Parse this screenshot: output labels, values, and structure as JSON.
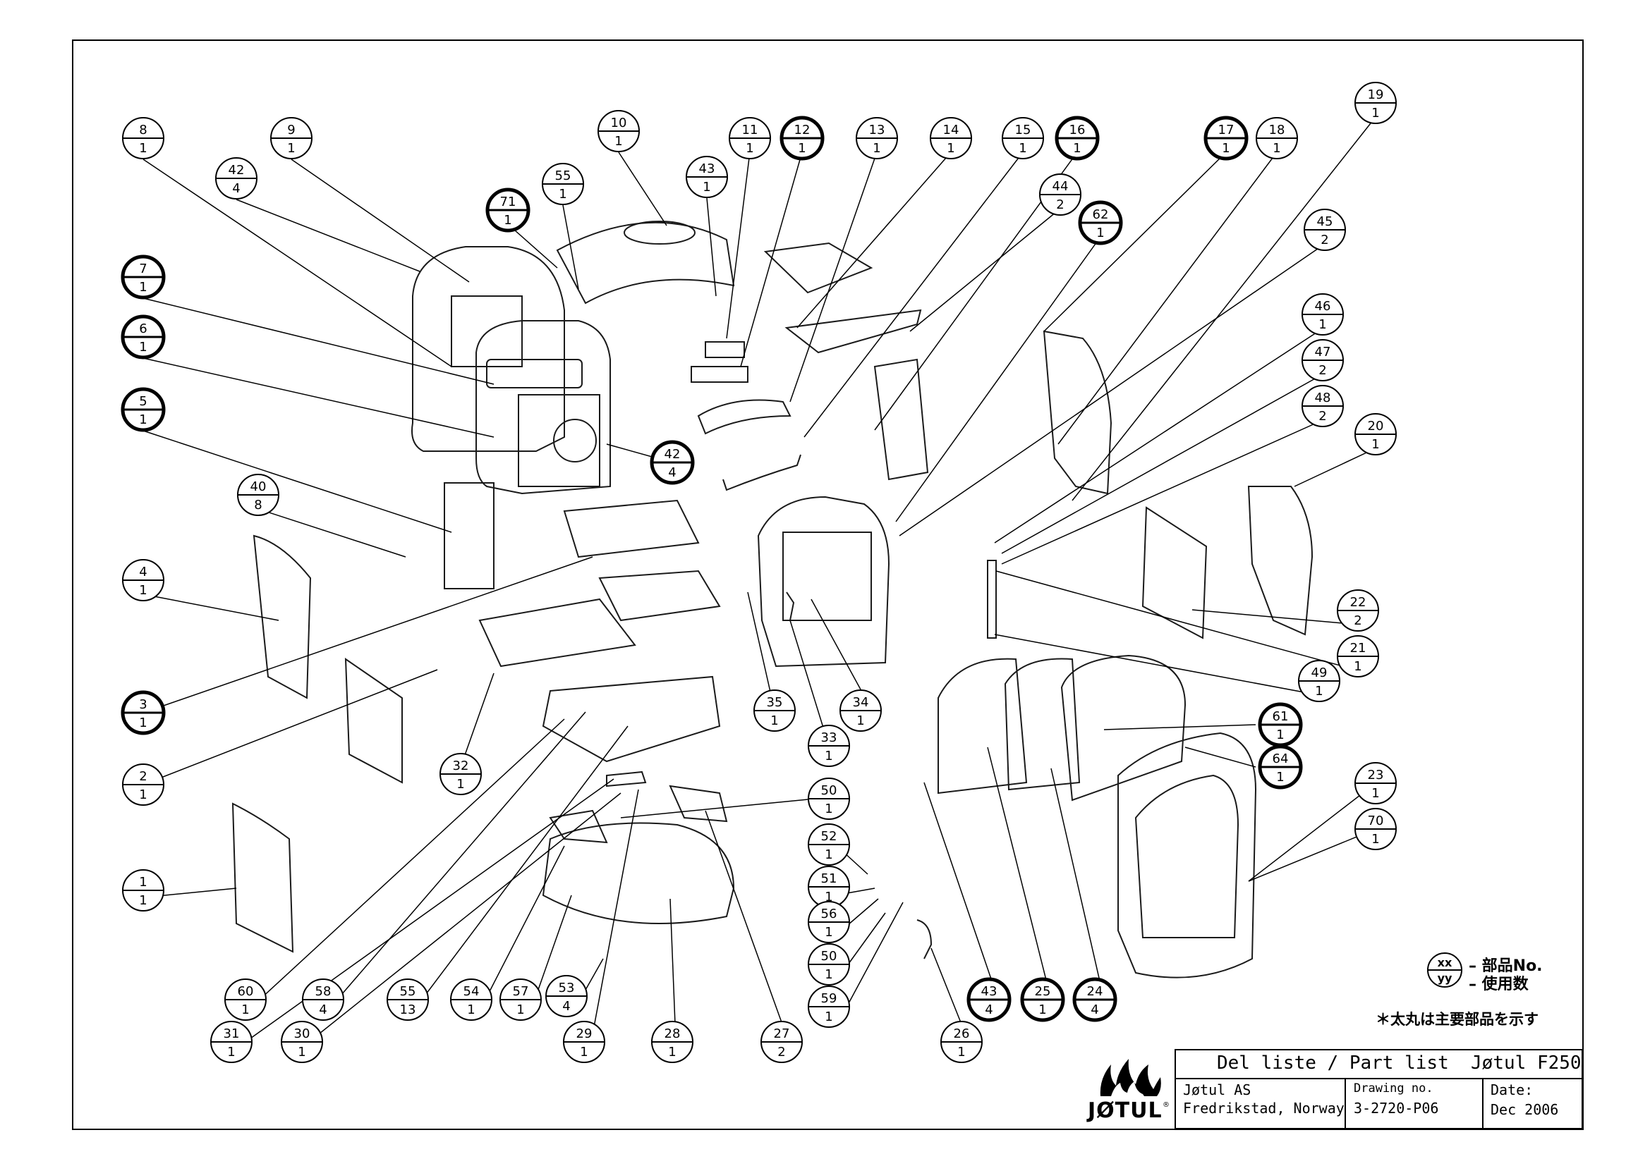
{
  "balloons": [
    {
      "no": "8",
      "qty": "1",
      "bold": false
    },
    {
      "no": "9",
      "qty": "1",
      "bold": false
    },
    {
      "no": "42",
      "qty": "4",
      "bold": false
    },
    {
      "no": "10",
      "qty": "1",
      "bold": false
    },
    {
      "no": "55",
      "qty": "1",
      "bold": false
    },
    {
      "no": "43",
      "qty": "1",
      "bold": false
    },
    {
      "no": "11",
      "qty": "1",
      "bold": false
    },
    {
      "no": "12",
      "qty": "1",
      "bold": true
    },
    {
      "no": "13",
      "qty": "1",
      "bold": false
    },
    {
      "no": "14",
      "qty": "1",
      "bold": false
    },
    {
      "no": "15",
      "qty": "1",
      "bold": false
    },
    {
      "no": "16",
      "qty": "1",
      "bold": true
    },
    {
      "no": "17",
      "qty": "1",
      "bold": true
    },
    {
      "no": "18",
      "qty": "1",
      "bold": false
    },
    {
      "no": "19",
      "qty": "1",
      "bold": false
    },
    {
      "no": "71",
      "qty": "1",
      "bold": true
    },
    {
      "no": "44",
      "qty": "2",
      "bold": false
    },
    {
      "no": "62",
      "qty": "1",
      "bold": true
    },
    {
      "no": "45",
      "qty": "2",
      "bold": false
    },
    {
      "no": "7",
      "qty": "1",
      "bold": true
    },
    {
      "no": "6",
      "qty": "1",
      "bold": true
    },
    {
      "no": "46",
      "qty": "1",
      "bold": false
    },
    {
      "no": "47",
      "qty": "2",
      "bold": false
    },
    {
      "no": "5",
      "qty": "1",
      "bold": true
    },
    {
      "no": "48",
      "qty": "2",
      "bold": false
    },
    {
      "no": "20",
      "qty": "1",
      "bold": false
    },
    {
      "no": "42",
      "qty": "4",
      "bold": true
    },
    {
      "no": "40",
      "qty": "8",
      "bold": false
    },
    {
      "no": "4",
      "qty": "1",
      "bold": false
    },
    {
      "no": "22",
      "qty": "2",
      "bold": false
    },
    {
      "no": "21",
      "qty": "1",
      "bold": false
    },
    {
      "no": "49",
      "qty": "1",
      "bold": false
    },
    {
      "no": "35",
      "qty": "1",
      "bold": false
    },
    {
      "no": "34",
      "qty": "1",
      "bold": false
    },
    {
      "no": "3",
      "qty": "1",
      "bold": true
    },
    {
      "no": "61",
      "qty": "1",
      "bold": true
    },
    {
      "no": "33",
      "qty": "1",
      "bold": false
    },
    {
      "no": "64",
      "qty": "1",
      "bold": true
    },
    {
      "no": "32",
      "qty": "1",
      "bold": false
    },
    {
      "no": "2",
      "qty": "1",
      "bold": false
    },
    {
      "no": "23",
      "qty": "1",
      "bold": false
    },
    {
      "no": "50",
      "qty": "1",
      "bold": false
    },
    {
      "no": "70",
      "qty": "1",
      "bold": false
    },
    {
      "no": "52",
      "qty": "1",
      "bold": false
    },
    {
      "no": "51",
      "qty": "1",
      "bold": false
    },
    {
      "no": "1",
      "qty": "1",
      "bold": false
    },
    {
      "no": "56",
      "qty": "1",
      "bold": false
    },
    {
      "no": "50",
      "qty": "1",
      "bold": false
    },
    {
      "no": "60",
      "qty": "1",
      "bold": false
    },
    {
      "no": "58",
      "qty": "4",
      "bold": false
    },
    {
      "no": "55",
      "qty": "13",
      "bold": false
    },
    {
      "no": "54",
      "qty": "1",
      "bold": false
    },
    {
      "no": "57",
      "qty": "1",
      "bold": false
    },
    {
      "no": "53",
      "qty": "4",
      "bold": false
    },
    {
      "no": "43",
      "qty": "4",
      "bold": true
    },
    {
      "no": "25",
      "qty": "1",
      "bold": true
    },
    {
      "no": "24",
      "qty": "4",
      "bold": true
    },
    {
      "no": "59",
      "qty": "1",
      "bold": false
    },
    {
      "no": "31",
      "qty": "1",
      "bold": false
    },
    {
      "no": "30",
      "qty": "1",
      "bold": false
    },
    {
      "no": "29",
      "qty": "1",
      "bold": false
    },
    {
      "no": "28",
      "qty": "1",
      "bold": false
    },
    {
      "no": "27",
      "qty": "2",
      "bold": false
    },
    {
      "no": "26",
      "qty": "1",
      "bold": false
    }
  ],
  "legend": {
    "symbol_top": "xx",
    "symbol_bottom": "yy",
    "line1": "– 部品No.",
    "line2": "– 使用数",
    "note": "＊太丸は主要部品を示す"
  },
  "title_block": {
    "title": "Del liste / Part list  Jøtul F250",
    "company": "Jøtul AS",
    "address": "Fredrikstad, Norway",
    "drawing_label": "Drawing no.",
    "drawing_no": "3-2720-P06",
    "date_label": "Date:",
    "date_value": "Dec 2006"
  },
  "logo": {
    "text": "JØTUL",
    "registered": "®"
  },
  "colors": {
    "ink": "#000000",
    "paper": "#ffffff",
    "part_line": "#1a1a1a",
    "part_shade": "#d9d9d9"
  }
}
